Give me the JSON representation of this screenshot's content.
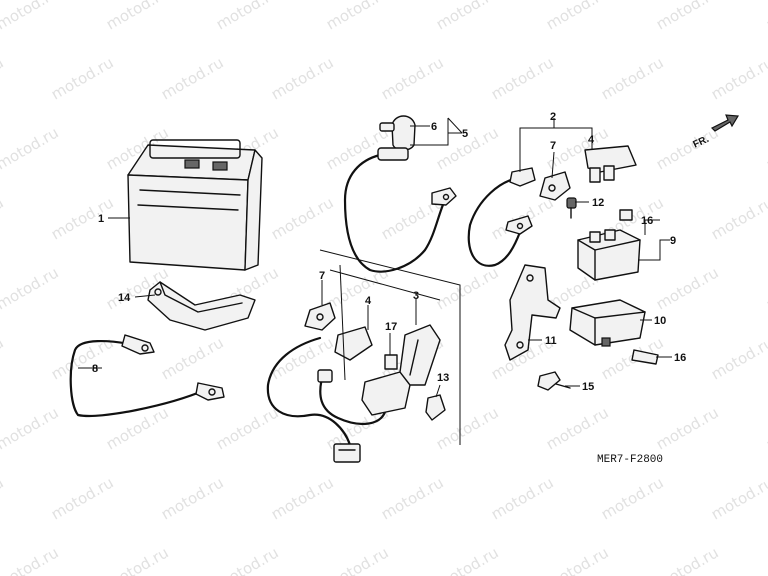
{
  "watermark": "motod.ru",
  "diagram_code": "MER7-F2800",
  "front_label": "FR.",
  "callouts": {
    "n1": "1",
    "n2": "2",
    "n3": "3",
    "n4a": "4",
    "n4b": "4",
    "n5": "5",
    "n6": "6",
    "n7a": "7",
    "n7b": "7",
    "n8": "8",
    "n9": "9",
    "n10": "10",
    "n11": "11",
    "n12": "12",
    "n13": "13",
    "n14": "14",
    "n15": "15",
    "n16a": "16",
    "n16b": "16",
    "n17": "17"
  },
  "colors": {
    "line": "#111111",
    "watermark": "#c9c9c9",
    "background": "#ffffff"
  }
}
